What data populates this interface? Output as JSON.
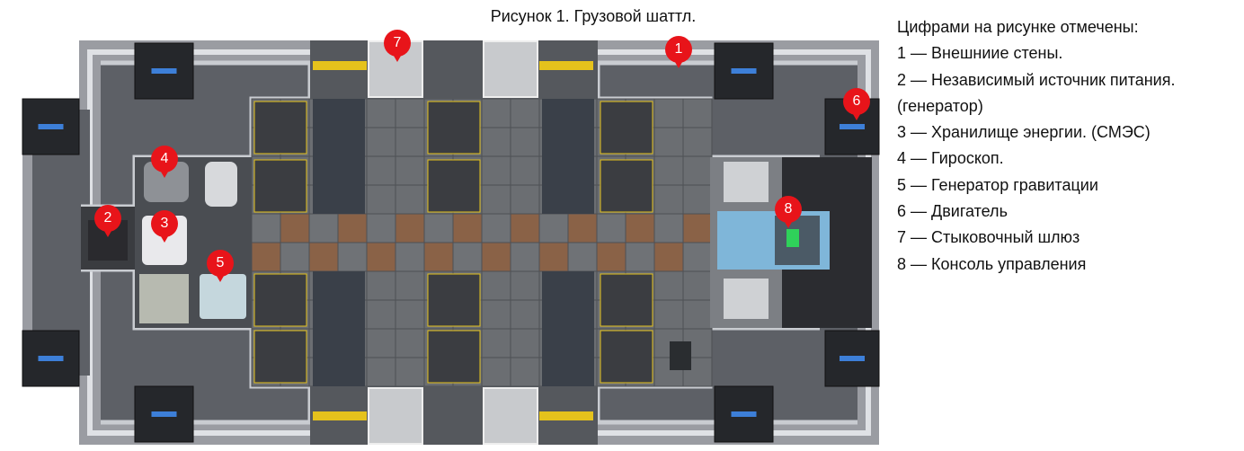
{
  "caption": "Рисунок 1. Грузовой шаттл.",
  "legend": {
    "heading": "Цифрами на рисунке отмечены:",
    "lines": [
      "1 — Внешниие стены.",
      "2 — Независимый источник питания.",
      "(генератор)",
      "3 — Хранилище энергии. (СМЭС)",
      "4 — Гироскоп.",
      "5 — Генератор гравитации",
      "6 — Двигатель",
      "7 — Стыковочный шлюз",
      "8 — Консоль управления"
    ]
  },
  "markers": [
    "1",
    "2",
    "3",
    "4",
    "5",
    "6",
    "7",
    "8"
  ],
  "colors": {
    "marker": "#e8141a",
    "hull": "#8d9096",
    "floor": "#6b6e72",
    "accent_floor": "#8a6247",
    "hazard": "#e5c21c",
    "glass": "#7fb6d9"
  }
}
